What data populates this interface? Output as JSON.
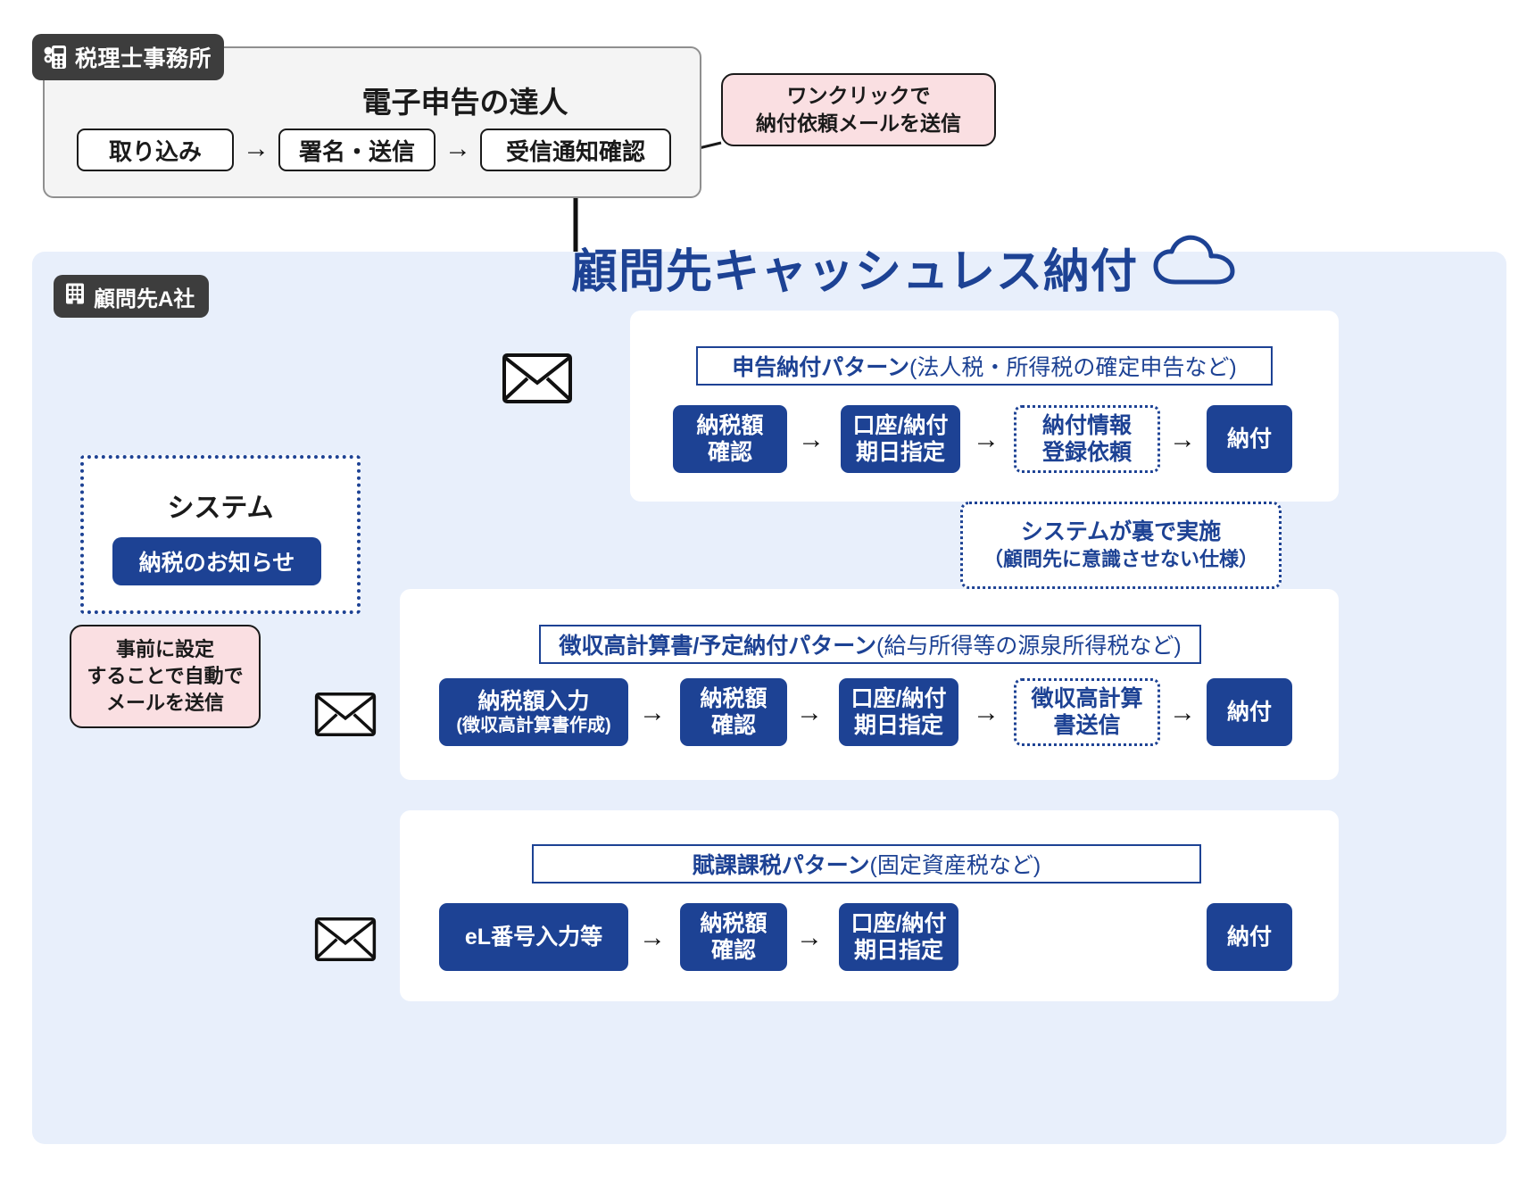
{
  "office": {
    "tag_label": "税理士事務所",
    "tag_icon": "calculator-icon",
    "panel_title": "電子申告の達人",
    "steps": [
      {
        "label": "取り込み"
      },
      {
        "label": "署名・送信"
      },
      {
        "label": "受信通知確認"
      }
    ],
    "arrow_glyph": "→"
  },
  "callouts": {
    "top": {
      "line1": "ワンクリックで",
      "line2": "納付依頼メールを送信"
    },
    "left": {
      "line1": "事前に設定",
      "line2": "することで自動で",
      "line3": "メールを送信"
    }
  },
  "client": {
    "tag_label": "顧問先A社",
    "tag_icon": "building-icon",
    "headline": "顧問先キャッシュレス納付",
    "headline_icon": "cloud-icon"
  },
  "system": {
    "title": "システム",
    "chip_label": "納税のお知らせ"
  },
  "system_note": {
    "line1": "システムが裏で実施",
    "line2": "（顧問先に意識させない仕様）"
  },
  "patterns": [
    {
      "header_strong": "申告納付パターン",
      "header_light": "(法人税・所得税の確定申告など)",
      "steps": [
        {
          "label_top": "納税額",
          "label_bottom": "確認",
          "style": "solid"
        },
        {
          "label_top": "口座/納付",
          "label_bottom": "期日指定",
          "style": "solid"
        },
        {
          "label_top": "納付情報",
          "label_bottom": "登録依頼",
          "style": "dotted"
        },
        {
          "label_top": "納付",
          "label_bottom": "",
          "style": "solid"
        }
      ]
    },
    {
      "header_strong": "徴収高計算書/予定納付パターン",
      "header_light": "(給与所得等の源泉所得税など)",
      "steps": [
        {
          "label_top": "納税額入力",
          "label_bottom": "(徴収高計算書作成)",
          "style": "solid"
        },
        {
          "label_top": "納税額",
          "label_bottom": "確認",
          "style": "solid"
        },
        {
          "label_top": "口座/納付",
          "label_bottom": "期日指定",
          "style": "solid"
        },
        {
          "label_top": "徴収高計算",
          "label_bottom": "書送信",
          "style": "dotted"
        },
        {
          "label_top": "納付",
          "label_bottom": "",
          "style": "solid"
        }
      ]
    },
    {
      "header_strong": "賦課課税パターン",
      "header_light": "(固定資産税など)",
      "steps": [
        {
          "label_top": "eL番号入力等",
          "label_bottom": "",
          "style": "solid"
        },
        {
          "label_top": "納税額",
          "label_bottom": "確認",
          "style": "solid"
        },
        {
          "label_top": "口座/納付",
          "label_bottom": "期日指定",
          "style": "solid"
        },
        {
          "label_top": "納付",
          "label_bottom": "",
          "style": "solid"
        }
      ]
    }
  ],
  "icons": {
    "envelope": "envelope-icon"
  },
  "colors": {
    "brand_blue": "#1d4294",
    "panel_blue_bg": "#e8effb",
    "pink": "#fadfe2",
    "dark_tag": "#3d3d3d"
  }
}
